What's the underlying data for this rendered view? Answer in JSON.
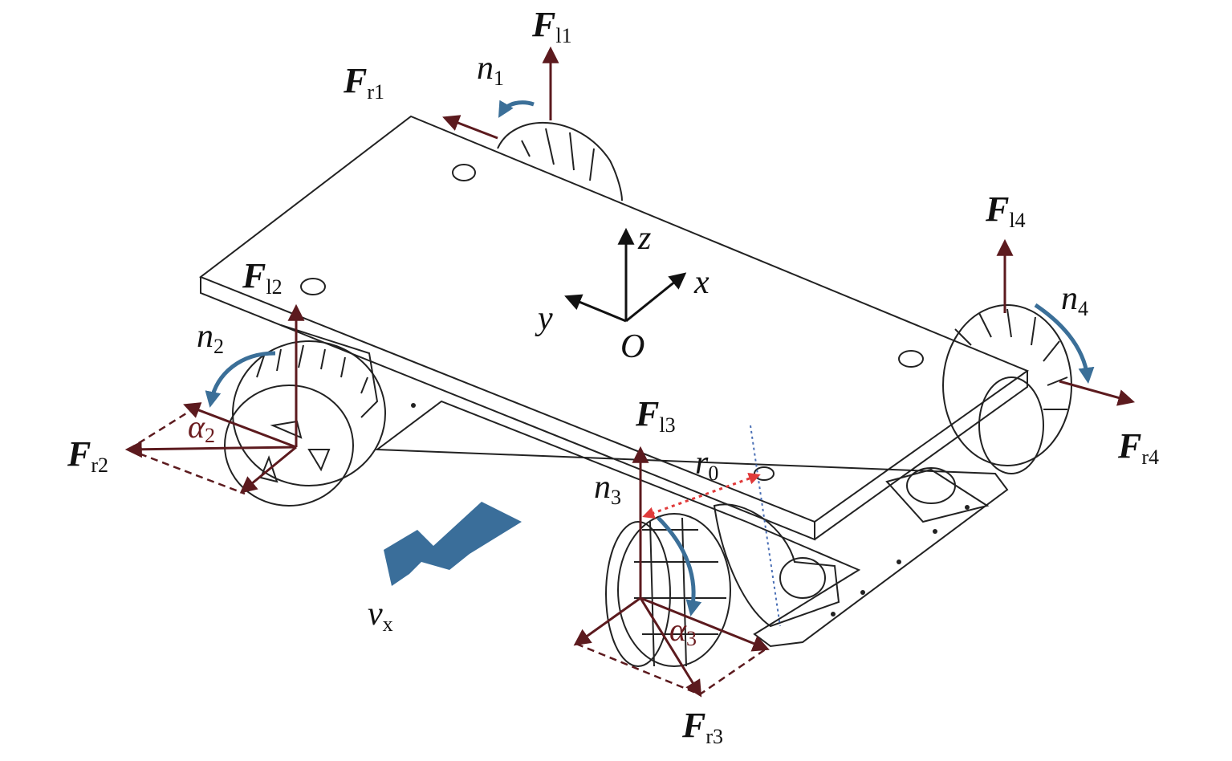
{
  "colors": {
    "force": "#5c1a1e",
    "rotation": "#3b6f98",
    "velocity": "#3a6e9a",
    "radius": "#e03a3a",
    "axis_line": "#4a6fb5"
  },
  "labels": {
    "Fl1": {
      "main": "F",
      "sub": "l1"
    },
    "Fr1": {
      "main": "F",
      "sub": "r1"
    },
    "n1": {
      "main": "n",
      "sub": "1"
    },
    "Fl4": {
      "main": "F",
      "sub": "l4"
    },
    "n4": {
      "main": "n",
      "sub": "4"
    },
    "Fr4": {
      "main": "F",
      "sub": "r4"
    },
    "Fl2": {
      "main": "F",
      "sub": "l2"
    },
    "n2": {
      "main": "n",
      "sub": "2"
    },
    "alpha2": {
      "main": "α",
      "sub": "2"
    },
    "Fr2": {
      "main": "F",
      "sub": "r2"
    },
    "Fl3": {
      "main": "F",
      "sub": "l3"
    },
    "r0": {
      "main": "r",
      "sub": "0"
    },
    "n3": {
      "main": "n",
      "sub": "3"
    },
    "alpha3": {
      "main": "α",
      "sub": "3"
    },
    "Fr3": {
      "main": "F",
      "sub": "r3"
    },
    "vx": {
      "main": "v",
      "sub": "x"
    },
    "axis_z": "z",
    "axis_x": "x",
    "axis_y": "y",
    "origin": "O"
  }
}
